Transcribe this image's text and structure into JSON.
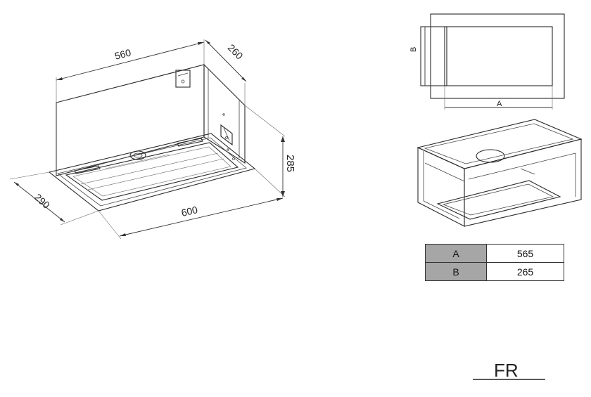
{
  "main_view": {
    "dim_width_top": "560",
    "dim_depth_top": "260",
    "dim_height": "285",
    "dim_depth_bottom": "290",
    "dim_width_bottom": "600"
  },
  "cutout_view": {
    "label_a": "A",
    "label_b": "B"
  },
  "spec_table": {
    "rows": [
      {
        "key": "A",
        "value": "565"
      },
      {
        "key": "B",
        "value": "265"
      }
    ]
  },
  "logo": {
    "text": "FR"
  }
}
